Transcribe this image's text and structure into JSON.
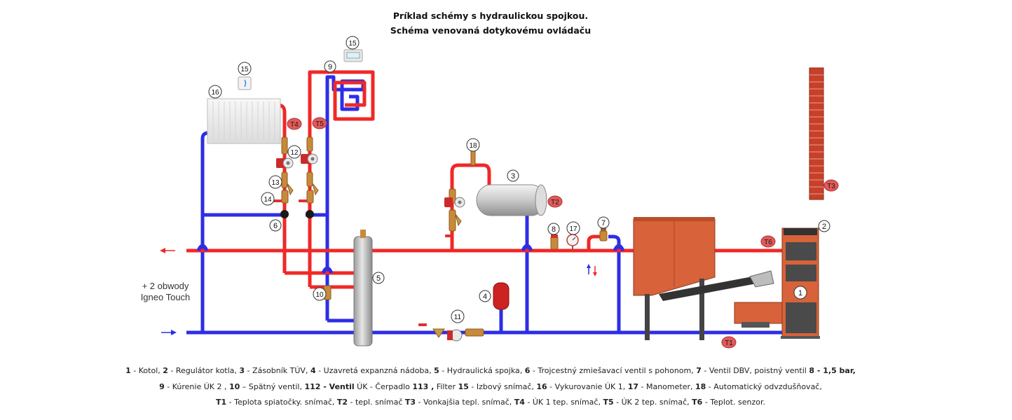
{
  "title": {
    "line1": "Príklad schémy s hydraulickou spojkou.",
    "line2": "Schéma venovaná dotykovému ovládaču"
  },
  "colors": {
    "supply_pipe": "#f02828",
    "return_pipe": "#2d2de6",
    "boiler_body": "#d8623a",
    "chimney_brick": "#c8402a",
    "sensor_badge": "#e05a5a"
  },
  "side_note": {
    "line1": "+ 2 obwody",
    "line2": "Igneo Touch"
  },
  "markers": {
    "m1": "1",
    "m2": "2",
    "m3": "3",
    "m4": "4",
    "m5": "5",
    "m6": "6",
    "m7": "7",
    "m8": "8",
    "m9": "9",
    "m10": "10",
    "m11": "11",
    "m12": "12",
    "m13": "13",
    "m14": "14",
    "m15a": "15",
    "m15b": "15",
    "m16": "16",
    "m17": "17",
    "m18": "18"
  },
  "sensors": {
    "t1": "T1",
    "t2": "T2",
    "t3": "T3",
    "t4": "T4",
    "t5": "T5",
    "t6": "T6"
  },
  "legend": {
    "line1": [
      {
        "text": "1",
        "bold": true
      },
      {
        "text": " - Kotol, ",
        "bold": false
      },
      {
        "text": "2",
        "bold": true
      },
      {
        "text": " - Regulátor kotla, ",
        "bold": false
      },
      {
        "text": "3",
        "bold": true
      },
      {
        "text": " - Zásobník TÚV, ",
        "bold": false
      },
      {
        "text": "4",
        "bold": true
      },
      {
        "text": " - Uzavretá expanzná nádoba, ",
        "bold": false
      },
      {
        "text": "5",
        "bold": true
      },
      {
        "text": " - Hydraulická spojka, ",
        "bold": false
      },
      {
        "text": "6",
        "bold": true
      },
      {
        "text": " - Trojcestný zmiešavací ventil s pohonom, ",
        "bold": false
      },
      {
        "text": "7",
        "bold": true
      },
      {
        "text": " - Ventil DBV, poistný ventil ",
        "bold": false
      },
      {
        "text": "8 - 1,5 bar,",
        "bold": true
      }
    ],
    "line2": [
      {
        "text": "9",
        "bold": true
      },
      {
        "text": " - Kúrenie ÚK 2 , ",
        "bold": false
      },
      {
        "text": "10",
        "bold": true
      },
      {
        "text": " – Spätný ventil, ",
        "bold": false
      },
      {
        "text": "112 - Ventil",
        "bold": true
      },
      {
        "text": " ÚK - Čerpadlo ",
        "bold": false
      },
      {
        "text": "113 ,",
        "bold": true
      },
      {
        "text": " Filter ",
        "bold": false
      },
      {
        "text": "15",
        "bold": true
      },
      {
        "text": " - Izbový snímač, ",
        "bold": false
      },
      {
        "text": "16",
        "bold": true
      },
      {
        "text": " - Vykurovanie ÚK 1, ",
        "bold": false
      },
      {
        "text": "17",
        "bold": true
      },
      {
        "text": " - Manometer, ",
        "bold": false
      },
      {
        "text": "18",
        "bold": true
      },
      {
        "text": " - Automatický odvzdušňovač,",
        "bold": false
      }
    ],
    "line3": [
      {
        "text": "T1",
        "bold": true
      },
      {
        "text": " - Teplota spiatočky. snímač, ",
        "bold": false
      },
      {
        "text": "T2",
        "bold": true
      },
      {
        "text": " - tepl. snímač ",
        "bold": false
      },
      {
        "text": "T3",
        "bold": true
      },
      {
        "text": " - Vonkajšia tepl. snímač, ",
        "bold": false
      },
      {
        "text": "T4",
        "bold": true
      },
      {
        "text": " - ÚK 1 tep. snímač, ",
        "bold": false
      },
      {
        "text": "T5",
        "bold": true
      },
      {
        "text": " - ÚK 2 tep. snímač, ",
        "bold": false
      },
      {
        "text": "T6",
        "bold": true
      },
      {
        "text": " - Teplot. senzor.",
        "bold": false
      }
    ]
  }
}
